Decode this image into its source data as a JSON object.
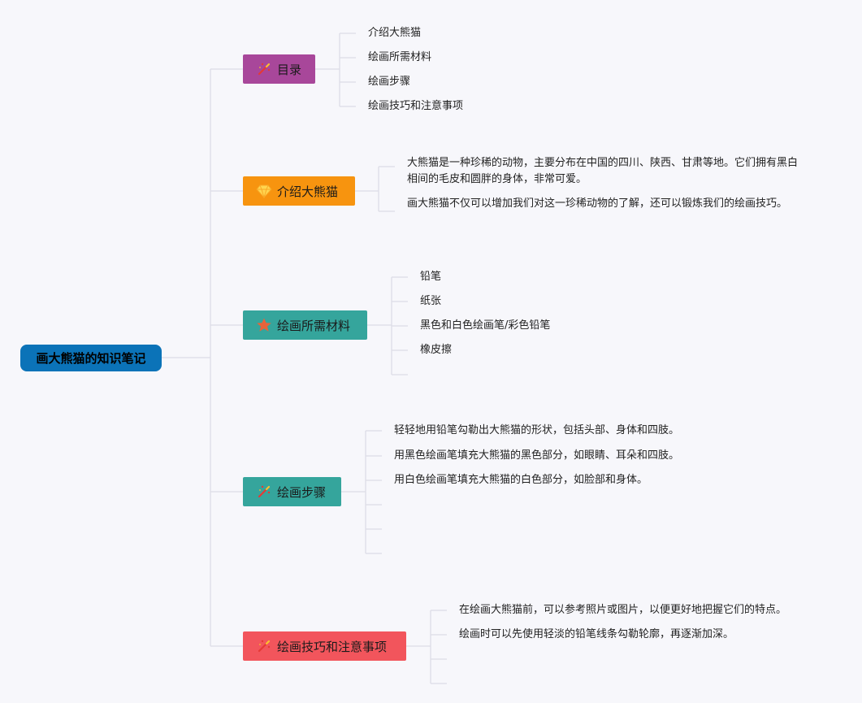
{
  "root": {
    "label": "画大熊猫的知识笔记",
    "color": "#0b73b8"
  },
  "branches": [
    {
      "label": "目录",
      "icon": "magic-wand-icon",
      "color": "#a8479a",
      "children": [
        "介绍大熊猫",
        "绘画所需材料",
        "绘画步骤",
        "绘画技巧和注意事项"
      ]
    },
    {
      "label": "介绍大熊猫",
      "icon": "diamond-icon",
      "color": "#f7940f",
      "children": [
        "大熊猫是一种珍稀的动物，主要分布在中国的四川、陕西、甘肃等地。它们拥有黑白相间的毛皮和圆胖的身体，非常可爱。",
        "画大熊猫不仅可以增加我们对这一珍稀动物的了解，还可以锻炼我们的绘画技巧。"
      ]
    },
    {
      "label": "绘画所需材料",
      "icon": "star-icon",
      "color": "#35a59c",
      "children": [
        "铅笔",
        "纸张",
        "黑色和白色绘画笔/彩色铅笔",
        "橡皮擦"
      ]
    },
    {
      "label": "绘画步骤",
      "icon": "magic-wand-icon",
      "color": "#35a59c",
      "children": [
        "轻轻地用铅笔勾勒出大熊猫的形状，包括头部、身体和四肢。",
        "用黑色绘画笔填充大熊猫的黑色部分，如眼睛、耳朵和四肢。",
        "用白色绘画笔填充大熊猫的白色部分，如脸部和身体。"
      ]
    },
    {
      "label": "绘画技巧和注意事项",
      "icon": "magic-wand-icon",
      "color": "#f2555c",
      "children": [
        "在绘画大熊猫前，可以参考照片或图片，以便更好地把握它们的特点。",
        "绘画时可以先使用轻淡的铅笔线条勾勒轮廓，再逐渐加深。"
      ]
    }
  ]
}
